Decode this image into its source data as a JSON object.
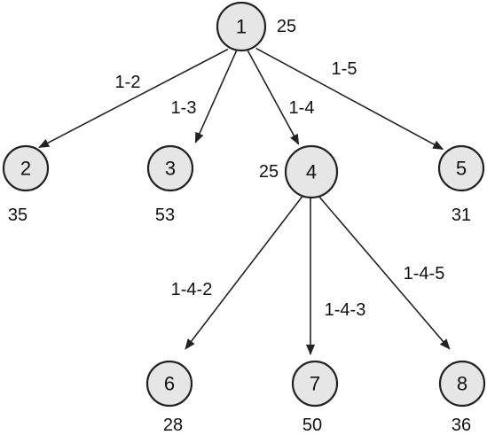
{
  "nodes": [
    {
      "id": "1",
      "label": "1",
      "value": "25"
    },
    {
      "id": "2",
      "label": "2",
      "value": "35"
    },
    {
      "id": "3",
      "label": "3",
      "value": "53"
    },
    {
      "id": "4",
      "label": "4",
      "value": "25"
    },
    {
      "id": "5",
      "label": "5",
      "value": "31"
    },
    {
      "id": "6",
      "label": "6",
      "value": "28"
    },
    {
      "id": "7",
      "label": "7",
      "value": "50"
    },
    {
      "id": "8",
      "label": "8",
      "value": "36"
    }
  ],
  "edges": [
    {
      "from": "1",
      "to": "2",
      "label": "1-2"
    },
    {
      "from": "1",
      "to": "3",
      "label": "1-3"
    },
    {
      "from": "1",
      "to": "4",
      "label": "1-4"
    },
    {
      "from": "1",
      "to": "5",
      "label": "1-5"
    },
    {
      "from": "4",
      "to": "6",
      "label": "1-4-2"
    },
    {
      "from": "4",
      "to": "7",
      "label": "1-4-3"
    },
    {
      "from": "4",
      "to": "8",
      "label": "1-4-5"
    }
  ]
}
